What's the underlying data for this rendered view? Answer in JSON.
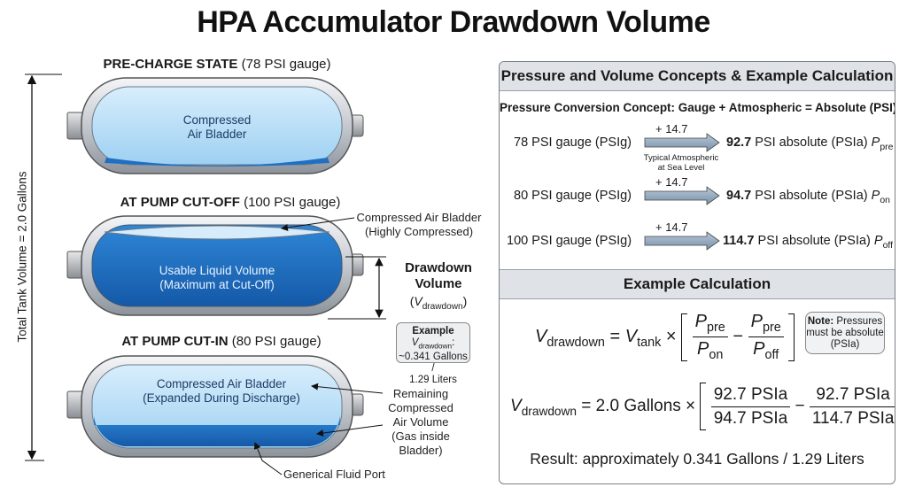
{
  "title": "HPA Accumulator Drawdown Volume",
  "left": {
    "total_volume_label": "Total Tank Volume = 2.0 Gallons",
    "precharge": {
      "state_bold": "PRE-CHARGE STATE",
      "state_reg": "(78 PSI gauge)",
      "inner_line1": "Compressed",
      "inner_line2": "Air Bladder"
    },
    "cutoff": {
      "state_bold": "AT PUMP CUT-OFF",
      "state_reg": "(100 PSI gauge)",
      "inner_line1": "Usable Liquid Volume",
      "inner_line2": "(Maximum at Cut-Off)",
      "callout_line1": "Compressed Air Bladder",
      "callout_line2": "(Highly Compressed)"
    },
    "drawdown": {
      "label_line1": "Drawdown",
      "label_line2": "Volume",
      "symbol_open": "(",
      "symbol_v": "V",
      "symbol_sub": "drawdown",
      "symbol_close": ")"
    },
    "example_box": {
      "prefix": "Example",
      "v": "V",
      "sub": "drawdown",
      "colon": ":",
      "line2": "~0.341 Gallons /",
      "line3": "1.29 Liters"
    },
    "cutin": {
      "state_bold": "AT PUMP CUT-IN",
      "state_reg": "(80 PSI gauge)",
      "inner_line1": "Compressed Air Bladder",
      "inner_line2": "(Expanded During Discharge)",
      "remaining": [
        "Remaining",
        "Compressed",
        "Air Volume",
        "(Gas inside",
        "Bladder)"
      ],
      "port_label": "Generical Fluid Port"
    }
  },
  "panel": {
    "header": "Pressure and Volume Concepts & Example Calculation",
    "concept_title": "Pressure Conversion Concept: Gauge + Atmospheric = Absolute (PSI)",
    "add_label": "+ 14.7",
    "atm_note_line1": "Typical Atmospheric",
    "atm_note_line2": "at Sea Level",
    "rows": [
      {
        "gauge": "78 PSI gauge (PSIg)",
        "abs_bold": "92.7",
        "abs_rest": " PSI absolute (PSIa) ",
        "sym": "P",
        "sub": "pre"
      },
      {
        "gauge": "80 PSI gauge (PSIg)",
        "abs_bold": "94.7",
        "abs_rest": " PSI absolute (PSIa) ",
        "sym": "P",
        "sub": "on"
      },
      {
        "gauge": "100 PSI gauge (PSIg)",
        "abs_bold": "114.7",
        "abs_rest": " PSI absolute (PSIa) ",
        "sym": "P",
        "sub": "off"
      }
    ],
    "example_header": "Example Calculation",
    "formula": {
      "lhs_v": "V",
      "lhs_sub": "drawdown",
      "eq": " = ",
      "vt": "V",
      "vt_sub": "tank",
      "times": " × ",
      "p": "P",
      "pre": "pre",
      "on": "on",
      "off": "off",
      "minus": "−"
    },
    "note_bold": "Note:",
    "note_rest": " Pressures must be absolute (PSIa)",
    "calc": {
      "lhs_v": "V",
      "lhs_sub": "drawdown",
      "mid": " = 2.0 Gallons × ",
      "n1": "92.7 PSIa",
      "d1": "94.7 PSIa",
      "n2": "92.7 PSIa",
      "d2": "114.7 PSIa",
      "minus": "−"
    },
    "result": "Result: approximately 0.341 Gallons / 1.29 Liters"
  }
}
